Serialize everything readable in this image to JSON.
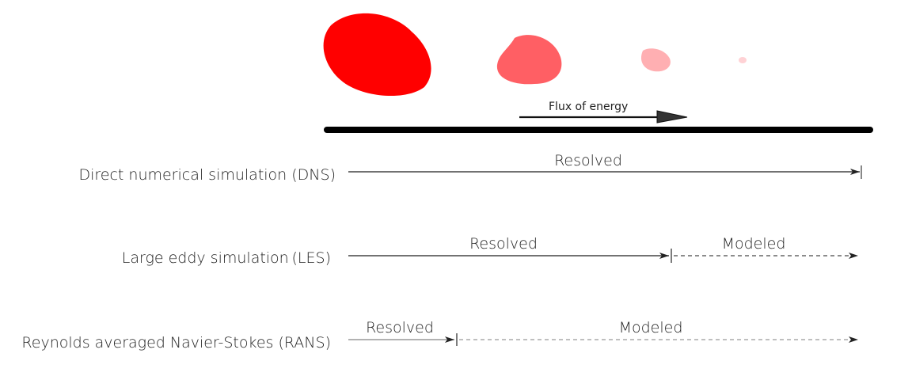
{
  "flux_label": "Flux of energy",
  "eddies": [
    {
      "name": "large-eddy",
      "color": "#ff0000"
    },
    {
      "name": "medium-eddy",
      "color": "#ff5f64"
    },
    {
      "name": "small-eddy",
      "color": "#ffafb2"
    },
    {
      "name": "tiny-eddy",
      "color": "#ffd2d5"
    }
  ],
  "methods": [
    {
      "id": "dns",
      "name": "Direct numerical simulation (DNS)",
      "resolved_label": "Resolved",
      "modeled_label": ""
    },
    {
      "id": "les",
      "name": "Large eddy simulation (LES)",
      "resolved_label": "Resolved",
      "modeled_label": "Modeled"
    },
    {
      "id": "rans",
      "name": "Reynolds averaged Navier-Stokes (RANS)",
      "resolved_label": "Resolved",
      "modeled_label": "Modeled"
    }
  ],
  "colors": {
    "scale_bar": "#000000",
    "resolved_line": "#444444",
    "modeled_line": "#777777",
    "rans_line": "#999999"
  }
}
